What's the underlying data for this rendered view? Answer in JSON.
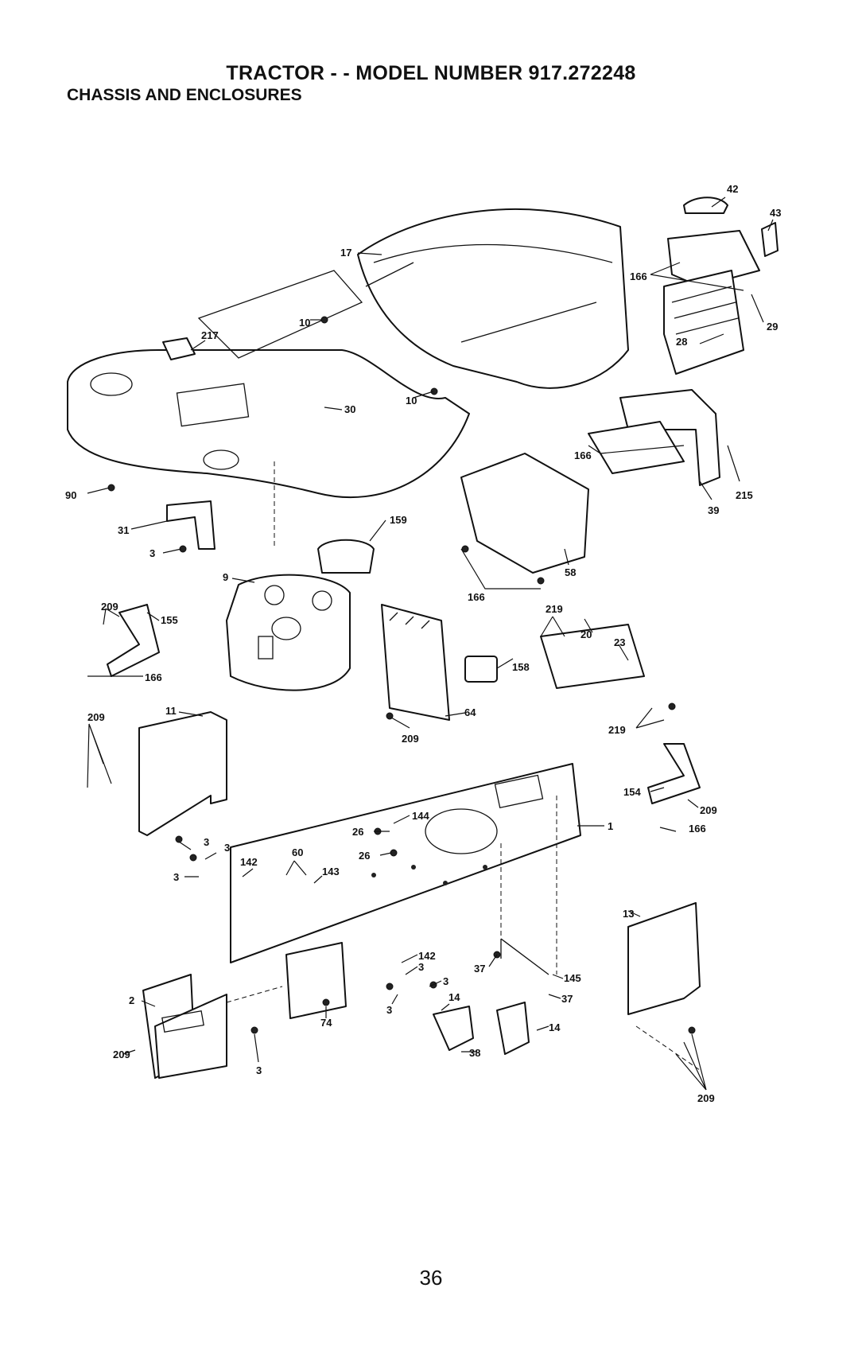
{
  "header": {
    "title": "TRACTOR - - MODEL NUMBER 917.272248",
    "subtitle": "CHASSIS AND ENCLOSURES"
  },
  "page_number": "36",
  "callouts": {
    "c17": "17",
    "c42": "42",
    "c43": "43",
    "c166a": "166",
    "c29": "29",
    "c28": "28",
    "c217": "217",
    "c10a": "10",
    "c10b": "10",
    "c30": "30",
    "c90": "90",
    "c166b": "166",
    "c215": "215",
    "c39": "39",
    "c31": "31",
    "c159": "159",
    "c3a": "3",
    "c58": "58",
    "c166c": "166",
    "c9": "9",
    "c209a": "209",
    "c155": "155",
    "c166d": "166",
    "c219a": "219",
    "c20": "20",
    "c23": "23",
    "c158": "158",
    "c64": "64",
    "c209b": "209",
    "c219b": "219",
    "c209c": "209",
    "c11": "11",
    "c154": "154",
    "c209d": "209",
    "c166e": "166",
    "c144": "144",
    "c1": "1",
    "c26a": "26",
    "c26b": "26",
    "c3b": "3",
    "c3c": "3",
    "c3d": "3",
    "c142a": "142",
    "c60": "60",
    "c143": "143",
    "c13": "13",
    "c142b": "142",
    "c3e": "3",
    "c3f": "3",
    "c3g": "3",
    "c37a": "37",
    "c145": "145",
    "c37b": "37",
    "c14a": "14",
    "c14b": "14",
    "c38": "38",
    "c2": "2",
    "c74": "74",
    "c209e": "209",
    "c3h": "3",
    "c209f": "209"
  }
}
